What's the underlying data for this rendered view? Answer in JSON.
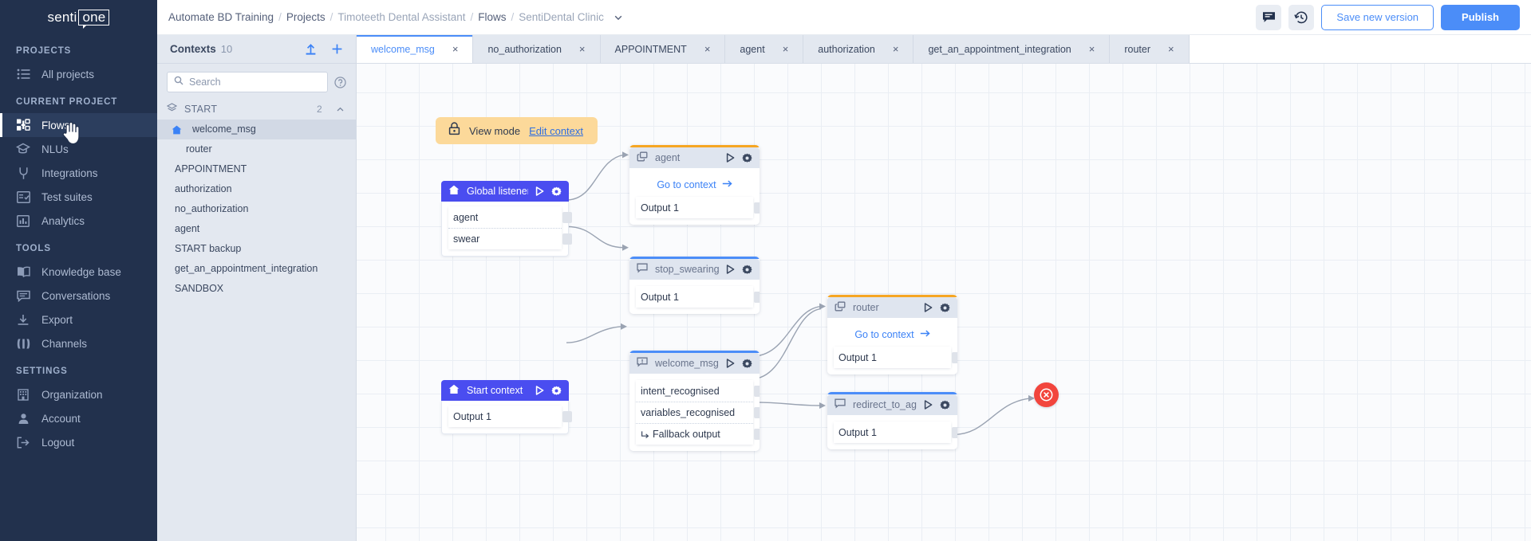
{
  "brand": {
    "part1": "senti",
    "part2": "one"
  },
  "sidebar": {
    "sections": [
      {
        "label": "PROJECTS",
        "items": [
          {
            "label": "All projects",
            "icon": "list-icon",
            "active": false
          }
        ]
      },
      {
        "label": "CURRENT PROJECT",
        "items": [
          {
            "label": "Flows",
            "icon": "flows-icon",
            "active": true
          },
          {
            "label": "NLUs",
            "icon": "nlu-icon",
            "active": false
          },
          {
            "label": "Integrations",
            "icon": "plug-icon",
            "active": false
          },
          {
            "label": "Test suites",
            "icon": "test-suites-icon",
            "active": false
          },
          {
            "label": "Analytics",
            "icon": "analytics-icon",
            "active": false
          }
        ]
      },
      {
        "label": "TOOLS",
        "items": [
          {
            "label": "Knowledge base",
            "icon": "book-icon",
            "active": false
          },
          {
            "label": "Conversations",
            "icon": "chat-icon",
            "active": false
          },
          {
            "label": "Export",
            "icon": "download-icon",
            "active": false
          },
          {
            "label": "Channels",
            "icon": "channels-icon",
            "active": false
          }
        ]
      },
      {
        "label": "SETTINGS",
        "items": [
          {
            "label": "Organization",
            "icon": "building-icon",
            "active": false
          },
          {
            "label": "Account",
            "icon": "person-icon",
            "active": false
          },
          {
            "label": "Logout",
            "icon": "logout-icon",
            "active": false
          }
        ]
      }
    ]
  },
  "topbar": {
    "breadcrumb": [
      "Automate BD Training",
      "Projects",
      "Timoteeth Dental Assistant",
      "Flows",
      "SentiDental Clinic"
    ],
    "separator": "/",
    "comments_icon": "comment-icon",
    "history_icon": "history-icon",
    "save_label": "Save new version",
    "publish_label": "Publish",
    "accent": "#4b8df8"
  },
  "contexts": {
    "title": "Contexts",
    "count": "10",
    "upload_icon": "upload-icon",
    "add_icon": "plus-icon",
    "search": {
      "placeholder": "Search",
      "value": "",
      "icon": "search-icon"
    },
    "help_icon": "help-icon",
    "group": {
      "label": "START",
      "count": "2",
      "icon": "layers-icon",
      "chevron": "chevron-up-icon"
    },
    "items": [
      {
        "label": "welcome_msg",
        "child": true,
        "selected": true,
        "home": true
      },
      {
        "label": "router",
        "child": true,
        "selected": false,
        "home": false
      },
      {
        "label": "APPOINTMENT",
        "child": false,
        "selected": false,
        "home": false
      },
      {
        "label": "authorization",
        "child": false,
        "selected": false,
        "home": false
      },
      {
        "label": "no_authorization",
        "child": false,
        "selected": false,
        "home": false
      },
      {
        "label": "agent",
        "child": false,
        "selected": false,
        "home": false
      },
      {
        "label": "START backup",
        "child": false,
        "selected": false,
        "home": false
      },
      {
        "label": "get_an_appointment_integration",
        "child": false,
        "selected": false,
        "home": false
      },
      {
        "label": "SANDBOX",
        "child": false,
        "selected": false,
        "home": false
      }
    ]
  },
  "tabs": [
    {
      "label": "welcome_msg",
      "active": true,
      "close": "×"
    },
    {
      "label": "no_authorization",
      "active": false,
      "close": "×"
    },
    {
      "label": "APPOINTMENT",
      "active": false,
      "close": "×"
    },
    {
      "label": "agent",
      "active": false,
      "close": "×"
    },
    {
      "label": "authorization",
      "active": false,
      "close": "×"
    },
    {
      "label": "get_an_appointment_integration",
      "active": false,
      "close": "×"
    },
    {
      "label": "router",
      "active": false,
      "close": "×"
    }
  ],
  "viewmode": {
    "label": "View mode",
    "link": "Edit context",
    "icon": "lock-icon",
    "bg": "#fcd99a"
  },
  "nodes": {
    "global_listener": {
      "title": "Global listener",
      "icon": "home-icon",
      "ports": [
        "agent",
        "swear"
      ]
    },
    "start_context": {
      "title": "Start context",
      "icon": "home-icon",
      "ports": [
        "Output 1"
      ]
    },
    "agent": {
      "title": "agent",
      "icon": "context-link-icon",
      "goto": "Go to context",
      "ports": [
        "Output 1"
      ],
      "accent": "#f6a623"
    },
    "stop_swearing": {
      "title": "stop_swearing_pls",
      "icon": "message-icon",
      "ports": [
        "Output 1"
      ],
      "accent": "#4b8df8"
    },
    "welcome_msg": {
      "title": "welcome_msg",
      "icon": "message-alert-icon",
      "ports": [
        "intent_recognised",
        "variables_recognised",
        "Fallback output"
      ],
      "accent": "#4b8df8"
    },
    "router": {
      "title": "router",
      "icon": "context-link-icon",
      "goto": "Go to context",
      "ports": [
        "Output 1"
      ],
      "accent": "#f6a623"
    },
    "redirect_to_agent": {
      "title": "redirect_to_agent",
      "icon": "message-icon",
      "ports": [
        "Output 1"
      ],
      "accent": "#4b8df8"
    },
    "end": {
      "icon": "end-node-icon",
      "color": "#f2453d"
    }
  }
}
